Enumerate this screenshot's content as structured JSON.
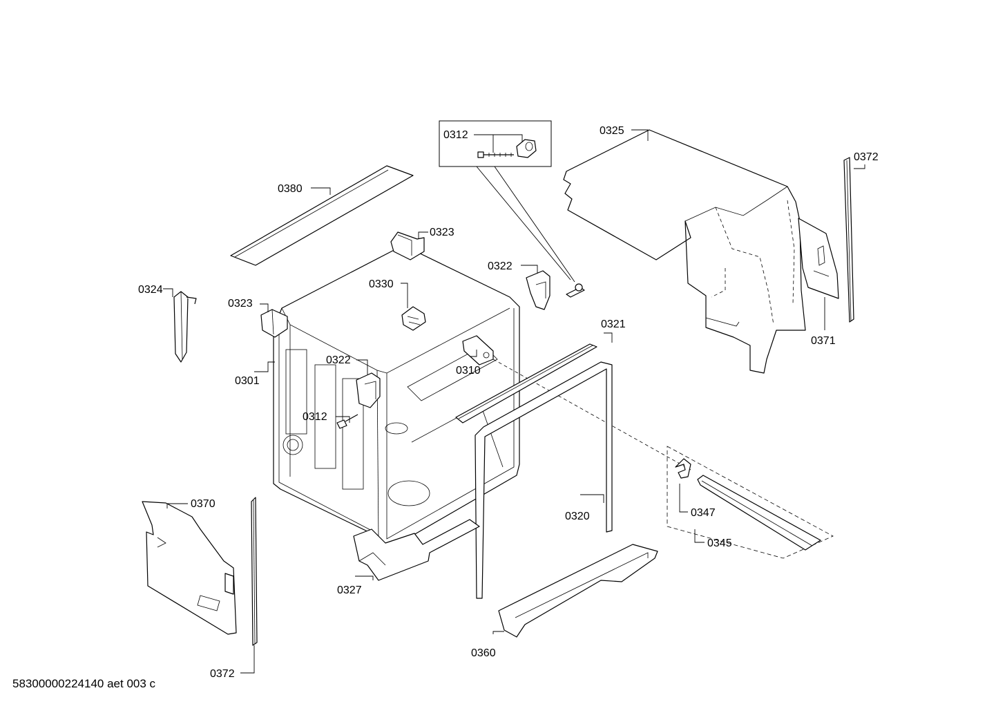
{
  "labels": {
    "l0312_inset": "0312",
    "l0325": "0325",
    "l0372_top": "0372",
    "l0380": "0380",
    "l0323_top": "0323",
    "l0322_right": "0322",
    "l0324": "0324",
    "l0330": "0330",
    "l0323_left": "0323",
    "l0321": "0321",
    "l0371": "0371",
    "l0322_mid": "0322",
    "l0310": "0310",
    "l0301": "0301",
    "l0312_mid": "0312",
    "l0370": "0370",
    "l0347": "0347",
    "l0320": "0320",
    "l0345": "0345",
    "l0327": "0327",
    "l0360": "0360",
    "l0372_bottom": "0372"
  },
  "footer": {
    "document_code": "58300000224140 aet 003 c"
  }
}
